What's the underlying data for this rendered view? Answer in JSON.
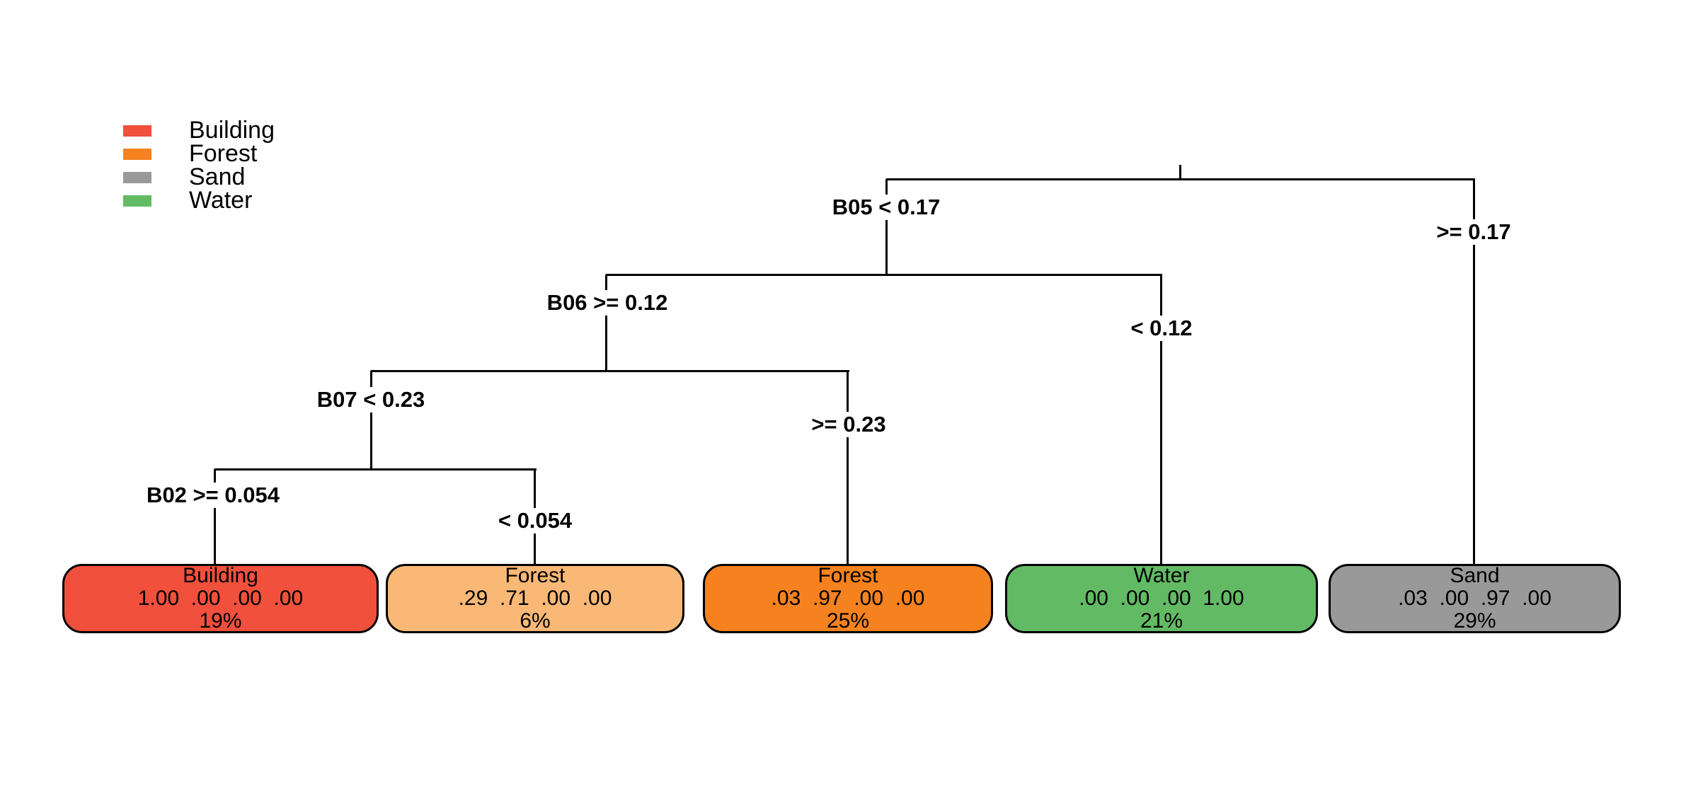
{
  "legend": {
    "items": [
      {
        "label": "Building",
        "color": "#F1503C"
      },
      {
        "label": "Forest",
        "color": "#F5821F"
      },
      {
        "label": "Sand",
        "color": "#999999"
      },
      {
        "label": "Water",
        "color": "#63BA65"
      }
    ]
  },
  "tree": {
    "type": "decision-tree",
    "class_order": [
      "Building",
      "Forest",
      "Sand",
      "Water"
    ],
    "branch_labels": {
      "root_left": "B05 < 0.17",
      "root_right": ">= 0.17",
      "l2_left": "B06 >= 0.12",
      "l2_right": "< 0.12",
      "l3_left": "B07 < 0.23",
      "l3_right": ">= 0.23",
      "l4_left": "B02 >= 0.054",
      "l4_right": "< 0.054"
    },
    "leaves": [
      {
        "name": "Building",
        "probs_text": "1.00  .00  .00  .00",
        "probs": [
          1.0,
          0.0,
          0.0,
          0.0
        ],
        "percent": "19%",
        "color": "#F1503C"
      },
      {
        "name": "Forest",
        "probs_text": ".29  .71  .00  .00",
        "probs": [
          0.29,
          0.71,
          0.0,
          0.0
        ],
        "percent": "6%",
        "color": "#FAB877"
      },
      {
        "name": "Forest",
        "probs_text": ".03  .97  .00  .00",
        "probs": [
          0.03,
          0.97,
          0.0,
          0.0
        ],
        "percent": "25%",
        "color": "#F5821F"
      },
      {
        "name": "Water",
        "probs_text": ".00  .00  .00  1.00",
        "probs": [
          0.0,
          0.0,
          0.0,
          1.0
        ],
        "percent": "21%",
        "color": "#63BA65"
      },
      {
        "name": "Sand",
        "probs_text": ".03  .00  .97  .00",
        "probs": [
          0.03,
          0.0,
          0.97,
          0.0
        ],
        "percent": "29%",
        "color": "#999999"
      }
    ]
  }
}
